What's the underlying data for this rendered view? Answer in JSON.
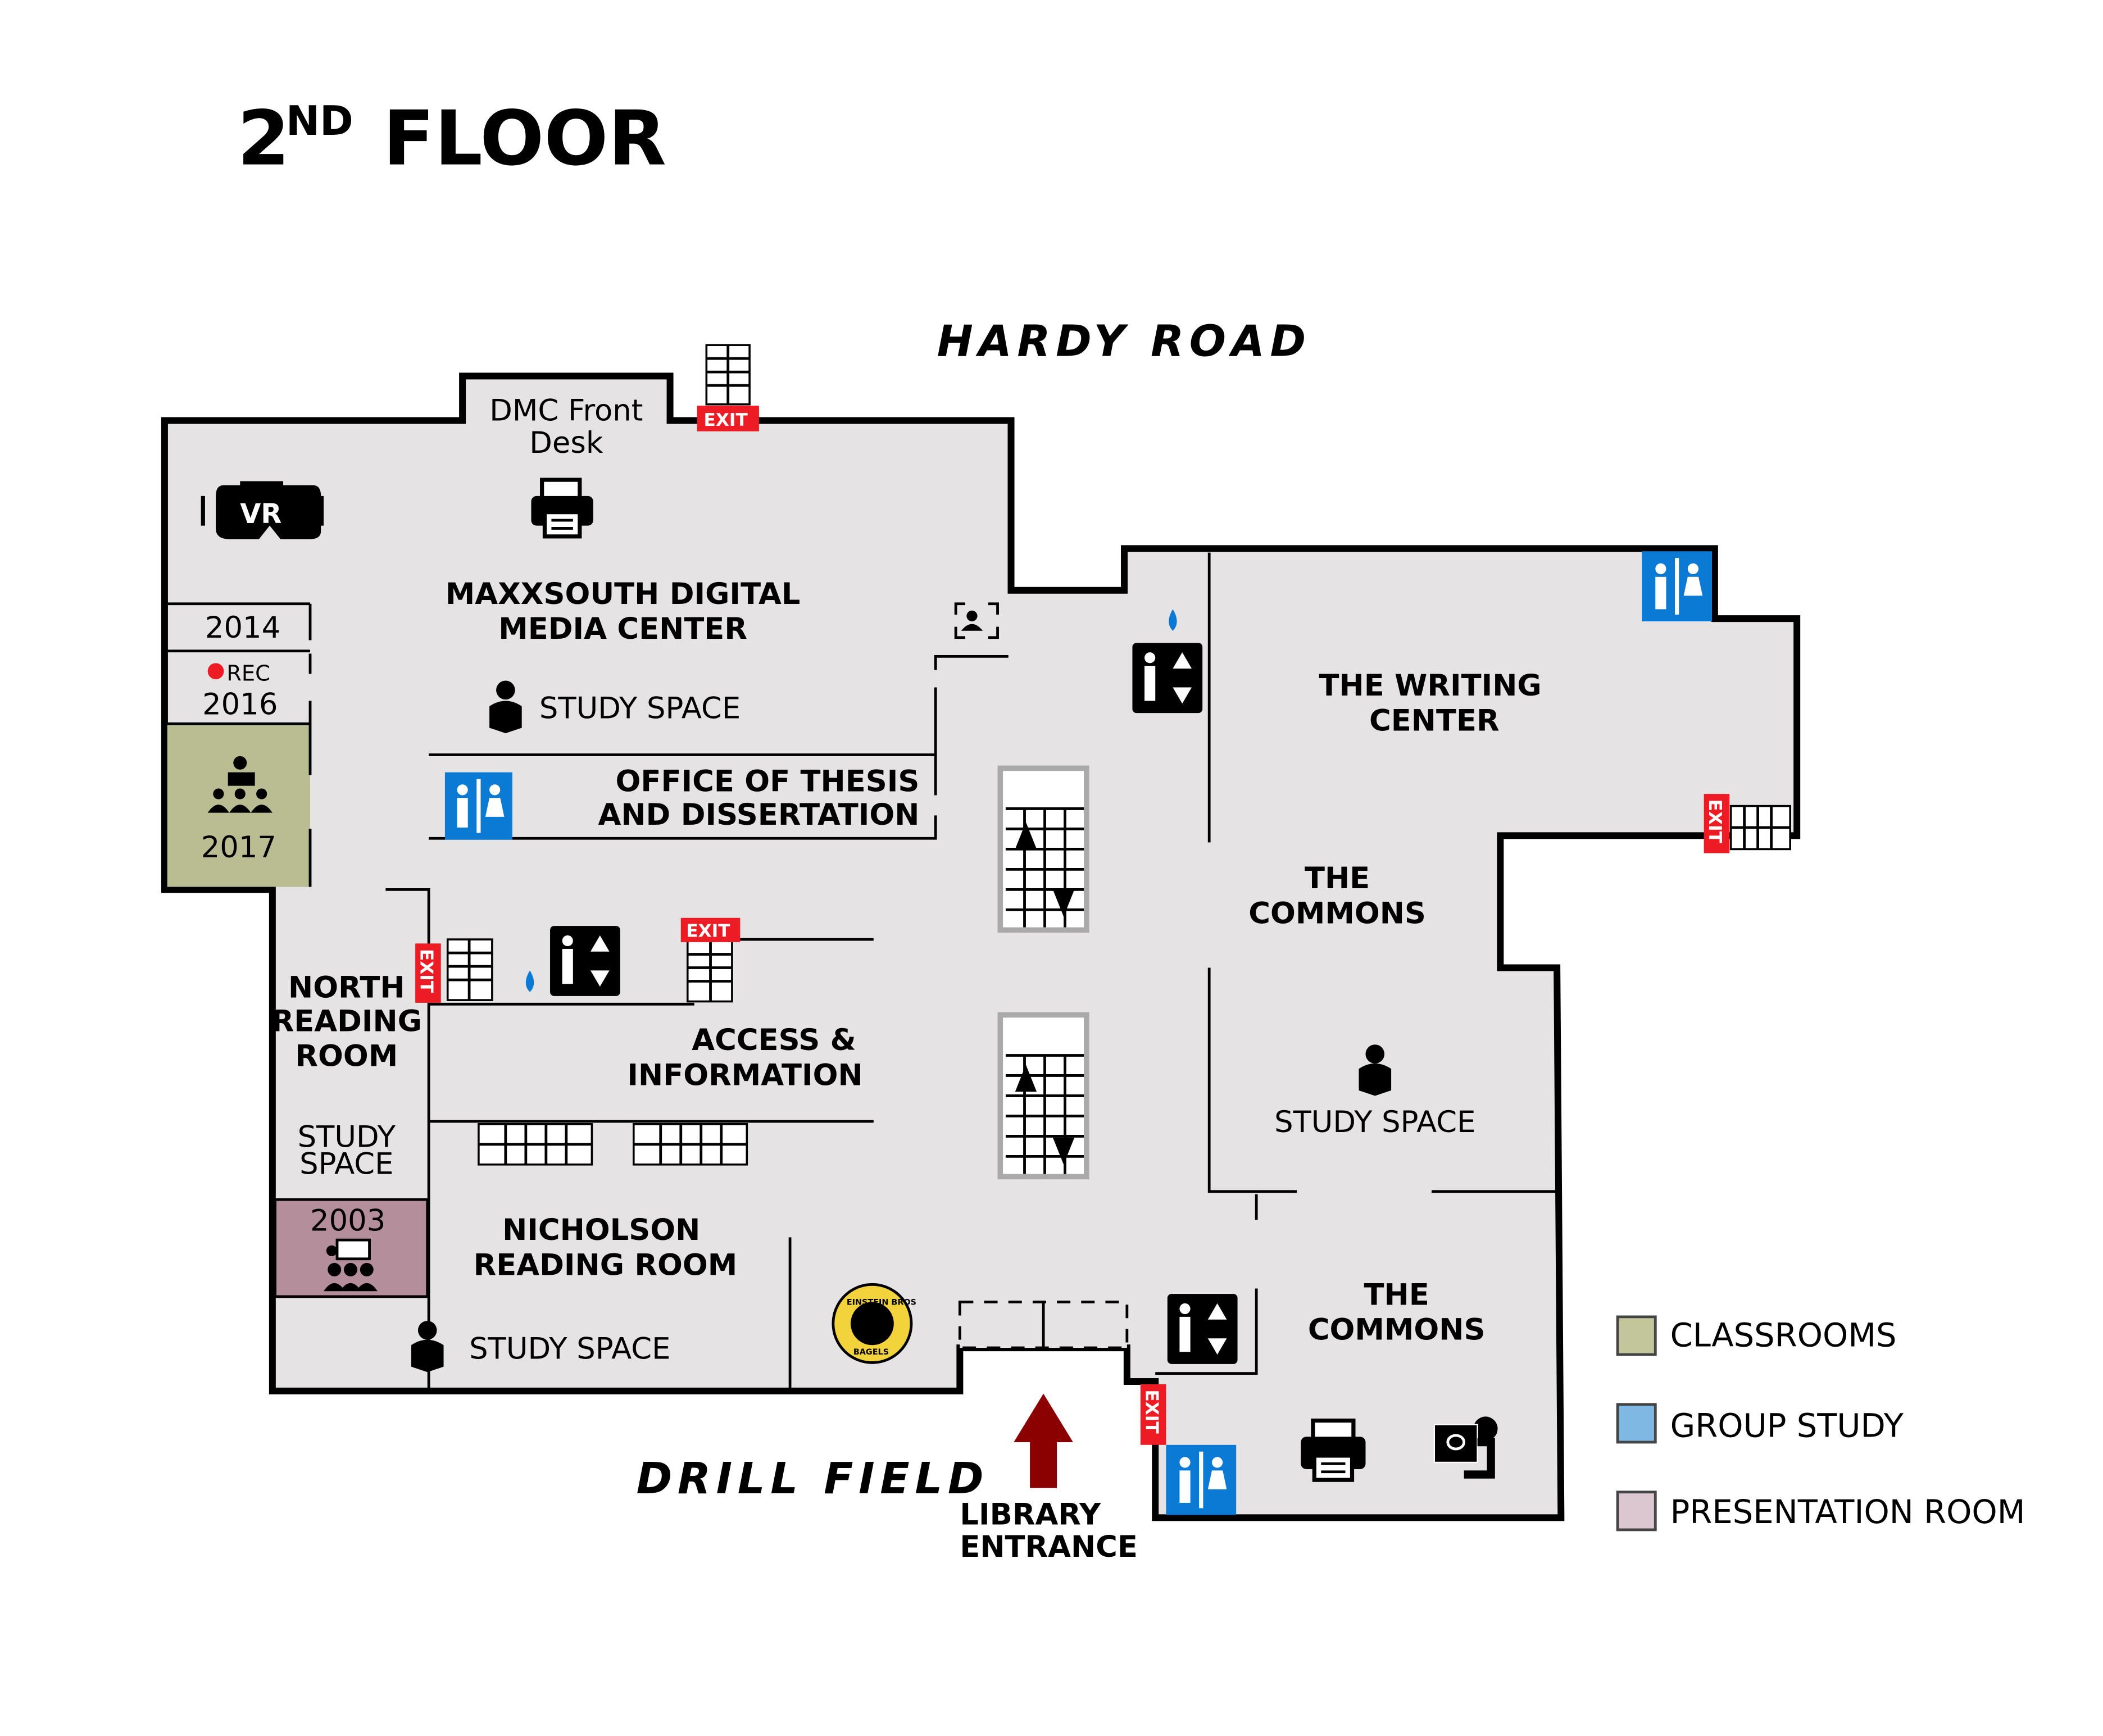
{
  "title": {
    "main": "2",
    "superscript": "ND",
    "rest": "FLOOR"
  },
  "roads": {
    "north": "HARDY ROAD",
    "south": "DRILL FIELD"
  },
  "entrance": {
    "line1": "LIBRARY",
    "line2": "ENTRANCE"
  },
  "exit_label": "EXIT",
  "vr_label": "VR",
  "rec_label": "REC",
  "rooms": {
    "dmc_desk": [
      "DMC Front",
      "Desk"
    ],
    "maxxsouth": [
      "MAXXSOUTH DIGITAL",
      "MEDIA CENTER"
    ],
    "study_space_dmc": "STUDY SPACE",
    "thesis_office": [
      "OFFICE OF THESIS",
      "AND DISSERTATION"
    ],
    "room_2014": "2014",
    "room_2016": "2016",
    "room_2017": "2017",
    "north_reading": [
      "NORTH",
      "READING",
      "ROOM"
    ],
    "study_space_north": [
      "STUDY",
      "SPACE"
    ],
    "room_2003": "2003",
    "access_info": [
      "ACCESS &",
      "INFORMATION"
    ],
    "nicholson": [
      "NICHOLSON",
      "READING ROOM"
    ],
    "study_space_nicholson": "STUDY SPACE",
    "writing_center": [
      "THE WRITING",
      "CENTER"
    ],
    "commons_upper": [
      "THE",
      "COMMONS"
    ],
    "study_space_commons": "STUDY SPACE",
    "commons_lower": [
      "THE",
      "COMMONS"
    ]
  },
  "einstein_logo": {
    "top": "EINSTEIN BROS",
    "bottom": "BAGELS"
  },
  "legend": [
    {
      "label": "CLASSROOMS",
      "color": "#c3c69b"
    },
    {
      "label": "GROUP STUDY",
      "color": "#7fb9e3"
    },
    {
      "label": "PRESENTATION ROOM",
      "color": "#dcc6cf"
    }
  ],
  "colors": {
    "floor": "#e5e3e4",
    "classroom_fill": "#babd92",
    "presentation_fill": "#b48f9b",
    "restroom": "#0a7ad4",
    "exit": "#ed1c24",
    "entrance_arrow": "#8b0000"
  }
}
